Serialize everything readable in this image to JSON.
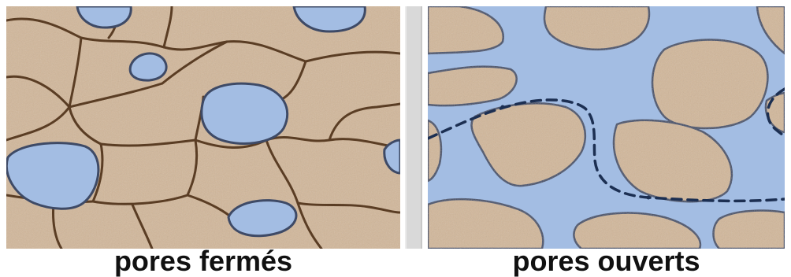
{
  "captions": {
    "closed": "pores fermés",
    "open": "pores ouverts"
  },
  "colors": {
    "grain": "#d2b79a",
    "grain_border": "#5a3d24",
    "pore": "#a3bde3",
    "pore_border": "#3e4a66",
    "path": "#1c2f52",
    "divider": "#d9d9d9"
  },
  "icons": {
    "closed_panel": "closed-pores-illustration",
    "open_panel": "open-pores-illustration"
  }
}
